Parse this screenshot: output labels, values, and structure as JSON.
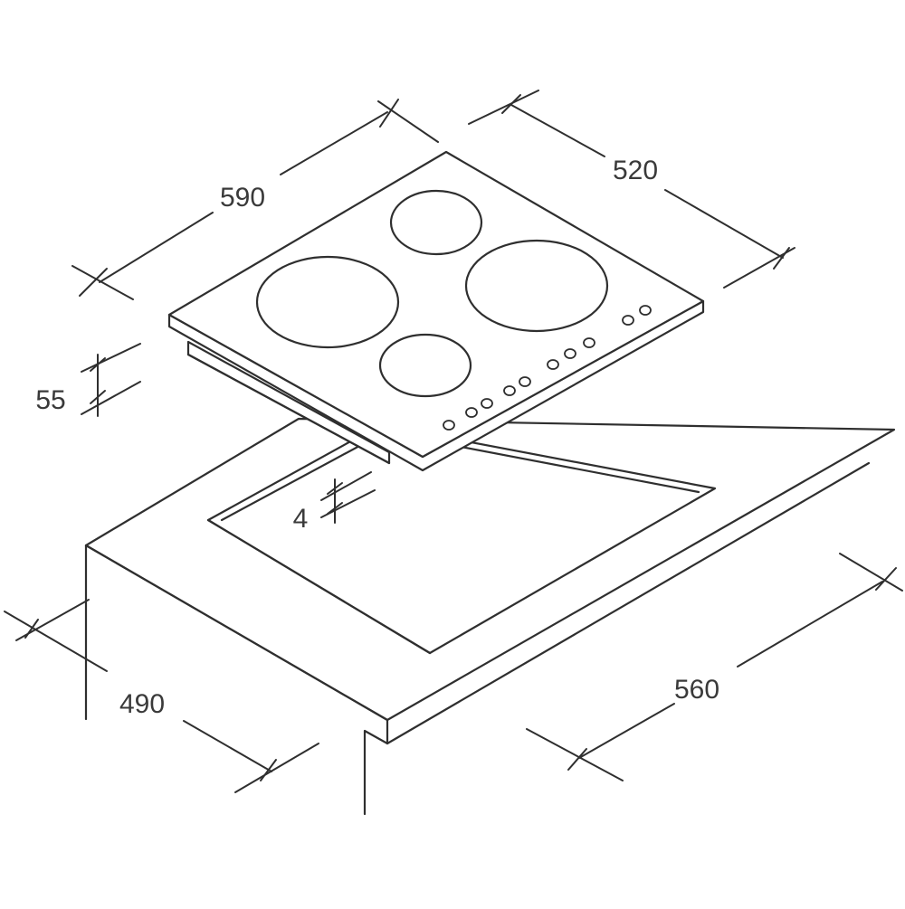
{
  "dimensions": {
    "width": "590",
    "depth": "520",
    "height": "55",
    "thickness": "4",
    "cutout_depth": "490",
    "cutout_width": "560"
  },
  "colors": {
    "line": "#2f2f2f",
    "text": "#3a3a3a",
    "background": "#ffffff"
  }
}
